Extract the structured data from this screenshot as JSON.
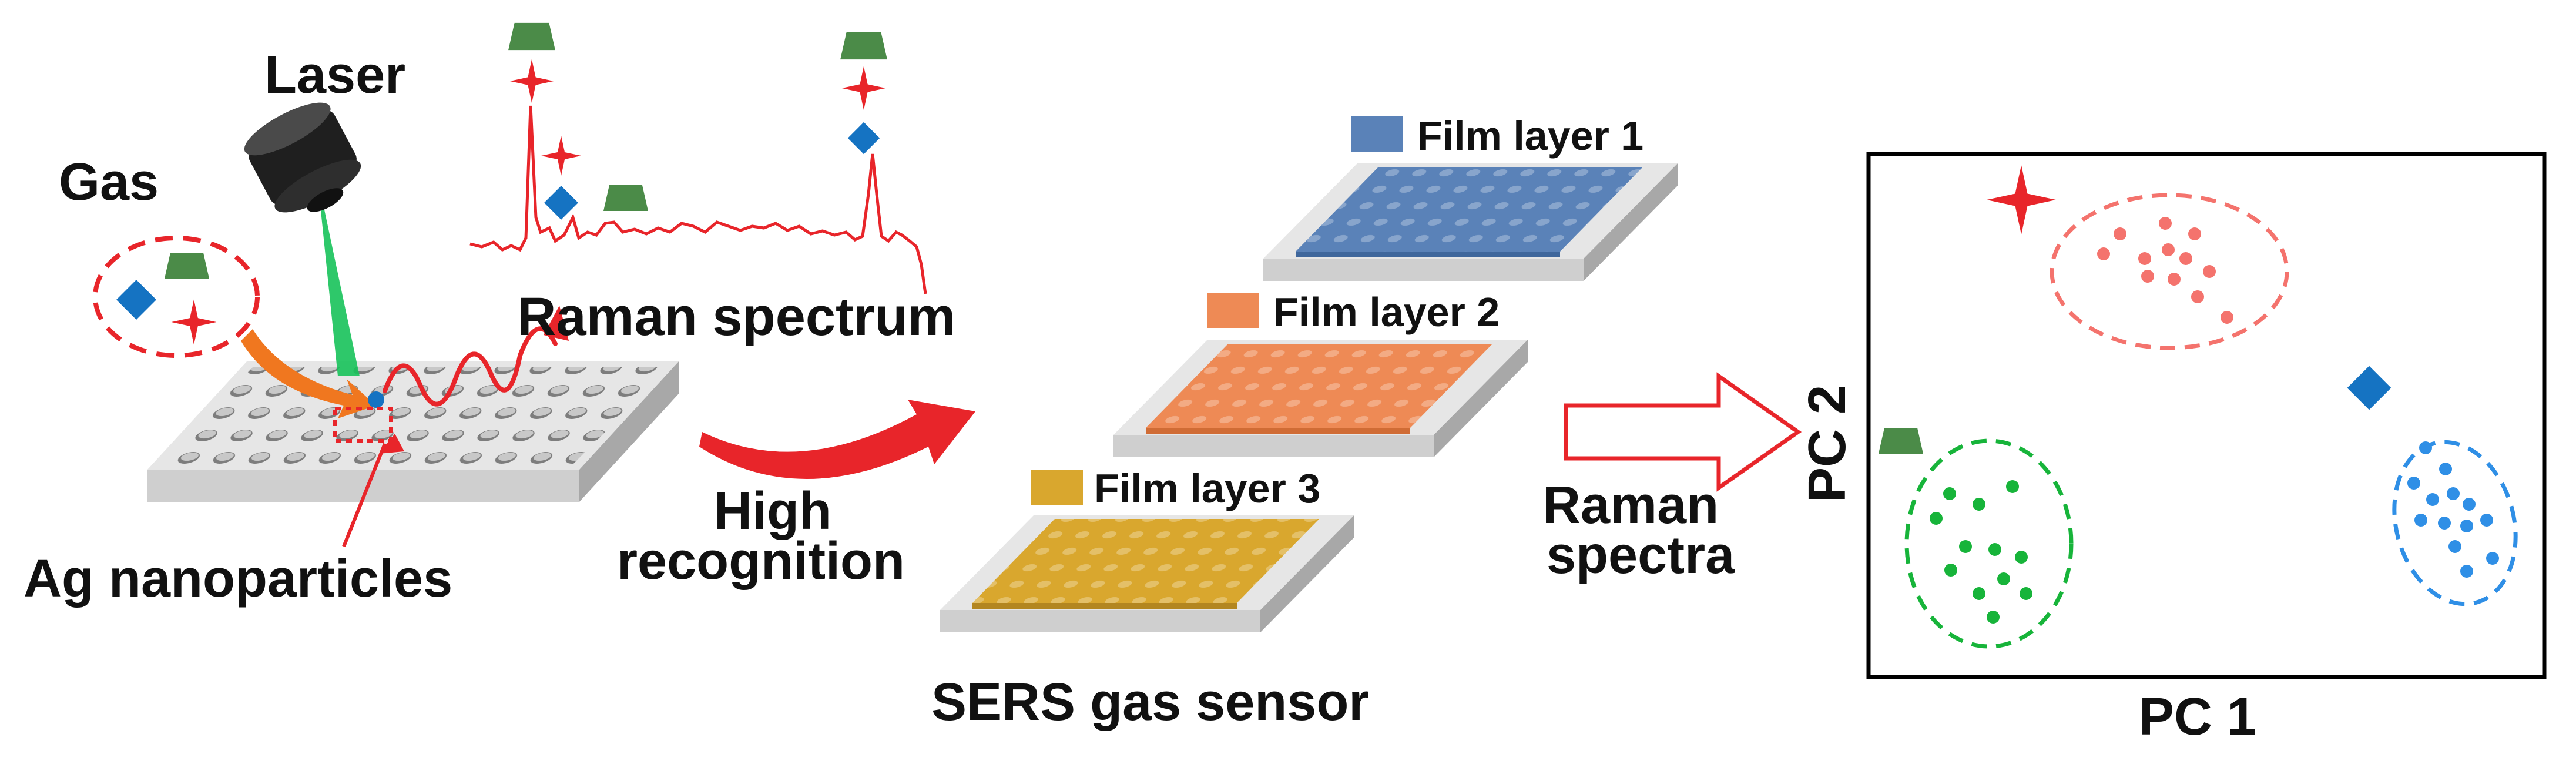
{
  "labels": {
    "laser": "Laser",
    "gas": "Gas",
    "raman_spectrum": "Raman spectrum",
    "ag_nanoparticles": "Ag nanoparticles",
    "high": "High",
    "recognition": "recognition",
    "film_layer_1": "Film layer 1",
    "film_layer_2": "Film layer 2",
    "film_layer_3": "Film layer 3",
    "sers_gas_sensor": "SERS gas sensor",
    "raman": "Raman",
    "spectra": "spectra"
  },
  "pca_plot": {
    "xlabel": "PC 1",
    "ylabel": "PC 2"
  },
  "colors": {
    "red": "#e8252a",
    "green": "#4b8b48",
    "blue": "#1573c2",
    "film_blue": "#5a82b8",
    "film_orange": "#ee8a55",
    "film_gold": "#d9a72e",
    "laser_green": "#17c25a",
    "cluster_red": "#f4736d",
    "cluster_green": "#17b43a",
    "cluster_blue": "#2f8fe6"
  },
  "icons": [
    "laser-head-icon",
    "star-molecule-icon",
    "diamond-molecule-icon",
    "trapezoid-molecule-icon",
    "arrow-icon"
  ]
}
